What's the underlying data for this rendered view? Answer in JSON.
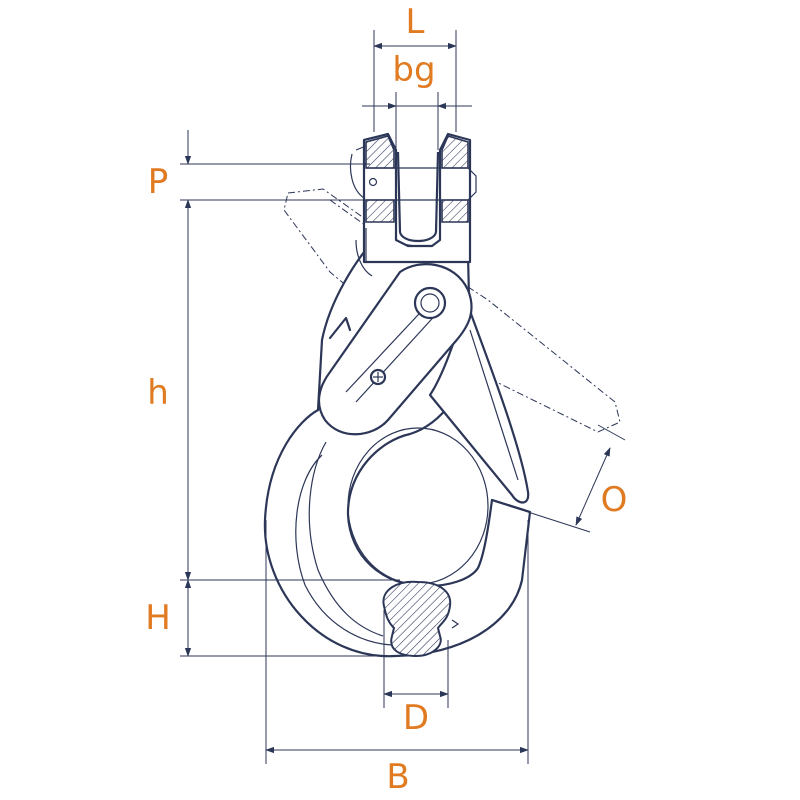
{
  "colors": {
    "line": "#2c3657",
    "label": "#e07b22",
    "background": "#ffffff"
  },
  "labels": {
    "L": "L",
    "bg": "bg",
    "P": "P",
    "h": "h",
    "O": "O",
    "H": "H",
    "D": "D",
    "B": "B"
  }
}
